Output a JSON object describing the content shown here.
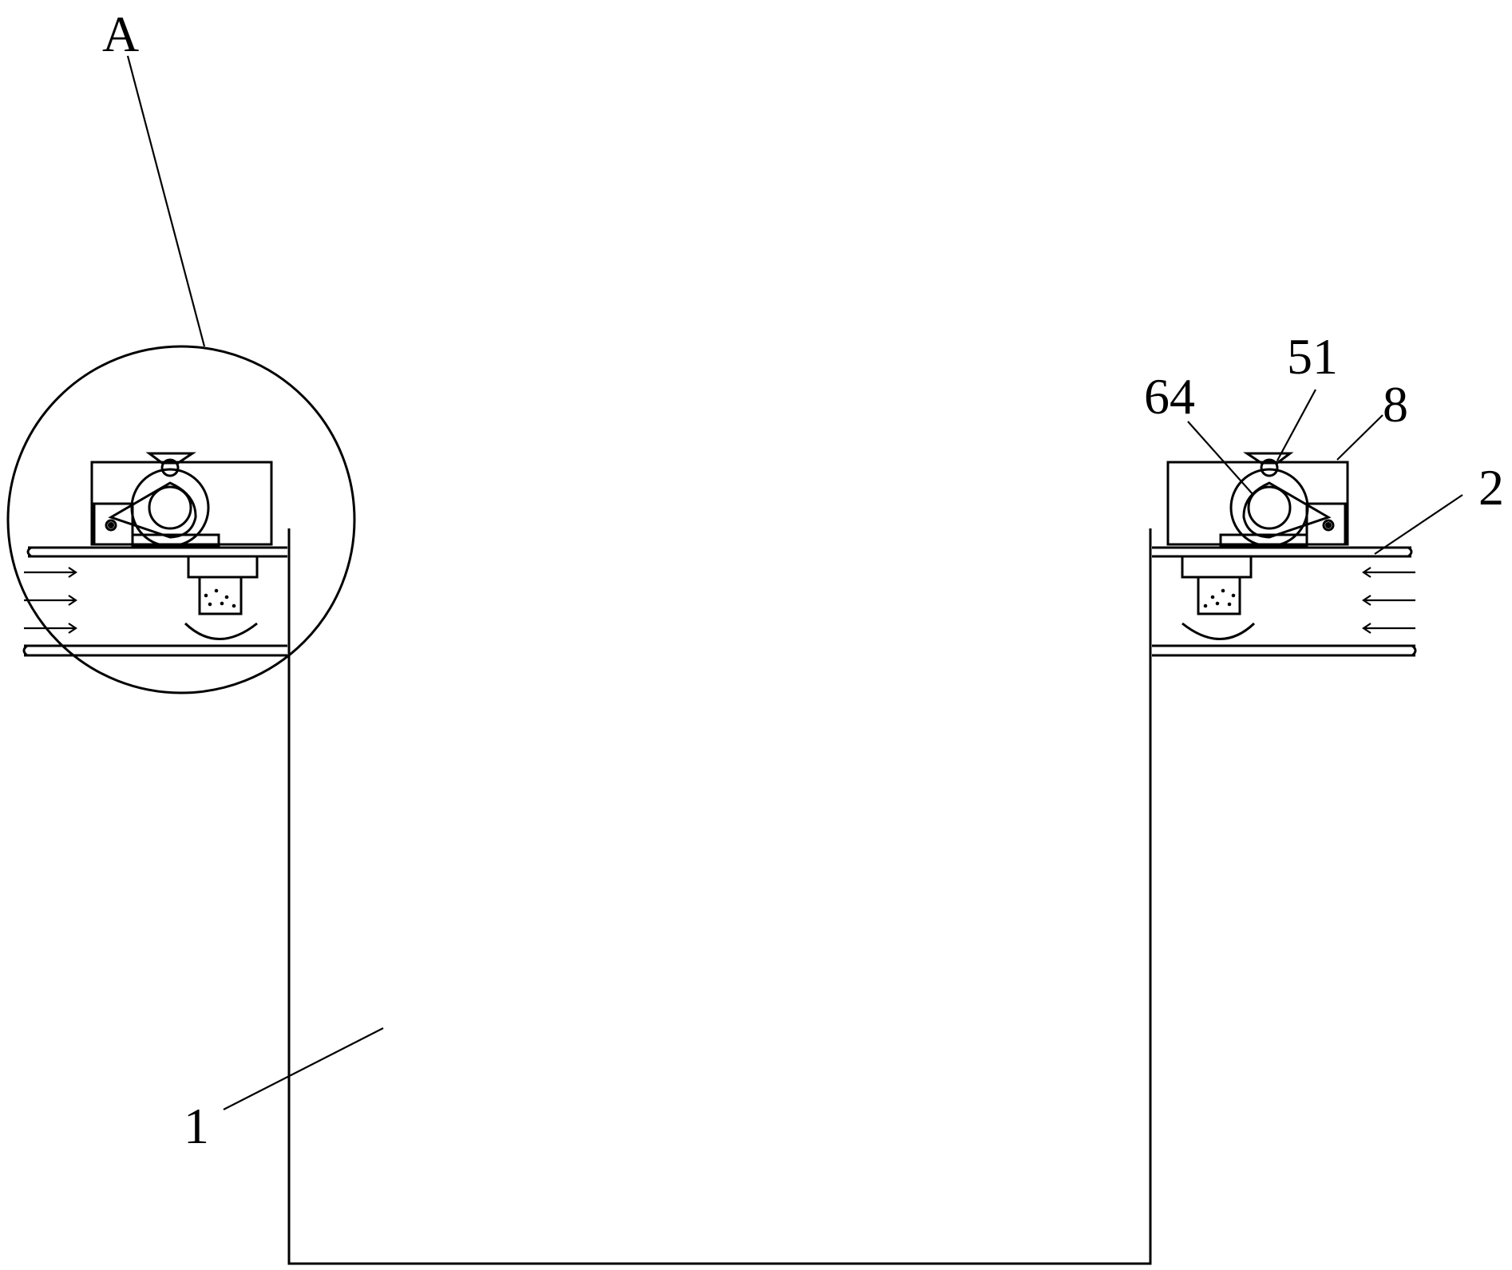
{
  "labels": {
    "A": "A",
    "n1": "1",
    "n2": "2",
    "n8": "8",
    "n51": "51",
    "n64": "64"
  },
  "colors": {
    "line": "#000000",
    "background": "#ffffff"
  }
}
